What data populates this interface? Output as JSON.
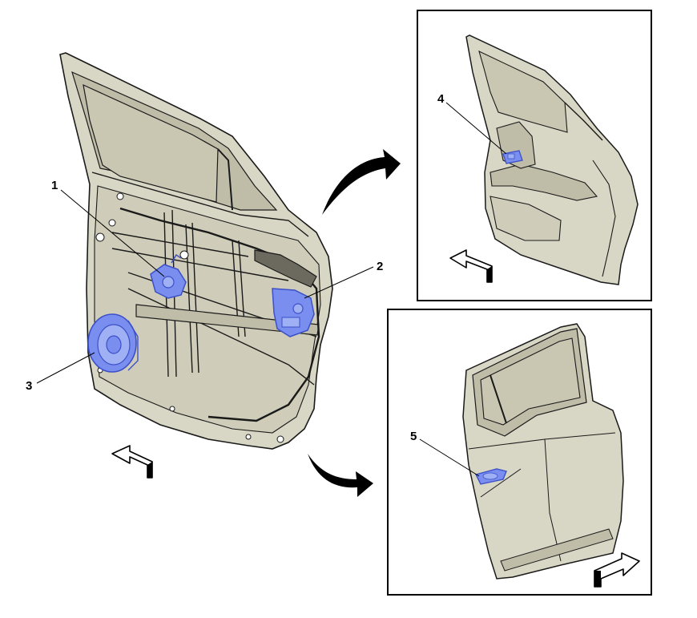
{
  "colors": {
    "panel_fill": "#d8d6c4",
    "panel_dark": "#bfbca8",
    "glass": "#c9c7b2",
    "outline": "#1a1a1a",
    "highlight": "#7a8ef0",
    "highlight_dark": "#3c50c8",
    "frame": "#000000",
    "arrow": "#000000"
  },
  "callouts": [
    {
      "id": "1",
      "label": "1"
    },
    {
      "id": "2",
      "label": "2"
    },
    {
      "id": "3",
      "label": "3"
    },
    {
      "id": "4",
      "label": "4"
    },
    {
      "id": "5",
      "label": "5"
    }
  ],
  "icons": {
    "direction_arrow": "forward-direction-arrow-icon",
    "transition_arrow": "curved-pointer-arrow-icon"
  }
}
